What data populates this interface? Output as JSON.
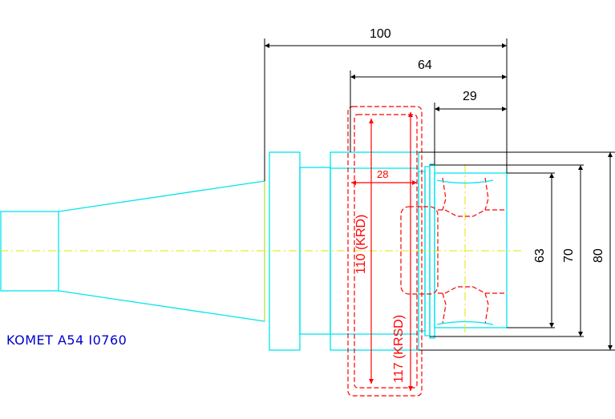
{
  "colors": {
    "outline": "#00e5ee",
    "centerline": "#e6e600",
    "dimension": "#000000",
    "hidden": "#ff0000",
    "label": "#0000cc"
  },
  "label": "KOMET A54 I0760",
  "dimensions": {
    "overall_length": "100",
    "length_64": "64",
    "length_29": "29",
    "width_28": "28",
    "diameter_63": "63",
    "diameter_70": "70",
    "diameter_80": "80",
    "krd": "110 (KRD)",
    "krsd": "117 (KRSD)"
  }
}
